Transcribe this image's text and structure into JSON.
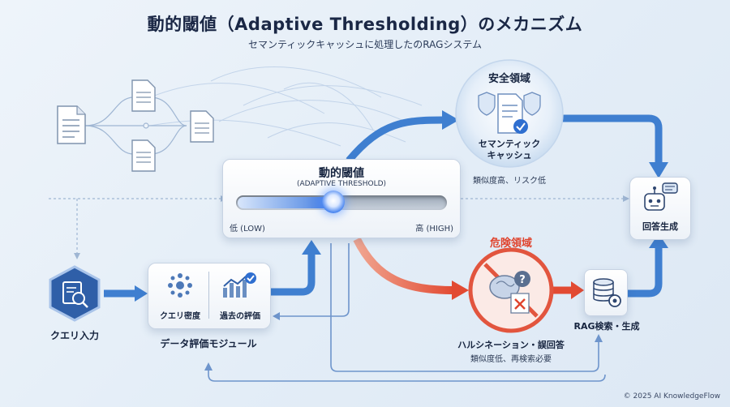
{
  "title": "動的閾値（Adaptive Thresholding）のメカニズム",
  "subtitle": "セマンティックキャッシュに処理したのRAGシステム",
  "threshold": {
    "title": "動的閾値",
    "subtitle": "(ADAPTIVE THRESHOLD)",
    "low_label": "低 (LOW)",
    "high_label": "高 (HIGH)",
    "slider_level": 0.46
  },
  "query_input": {
    "label": "クエリ入力",
    "icon": "search-document-icon"
  },
  "evaluation_module": {
    "title": "データ評価モジュール",
    "density_label": "クエリ密度",
    "history_label": "過去の評価"
  },
  "safe_zone": {
    "title": "安全領域",
    "cache_label_line1": "セマンティック",
    "cache_label_line2": "キャッシュ",
    "note": "類似度高、リスク低"
  },
  "danger_zone": {
    "title": "危険領域",
    "label": "ハルシネーション・誤回答",
    "note": "類似度低、再検索必要"
  },
  "rag": {
    "label": "RAG検索・生成"
  },
  "answer": {
    "label": "回答生成"
  },
  "colors": {
    "safe_arrow": "#3f7fd0",
    "danger_arrow": "#e2553e",
    "danger_title": "#e0442e",
    "slider_accent": "#2e6be0"
  },
  "copyright": "© 2025 AI KnowledgeFlow"
}
